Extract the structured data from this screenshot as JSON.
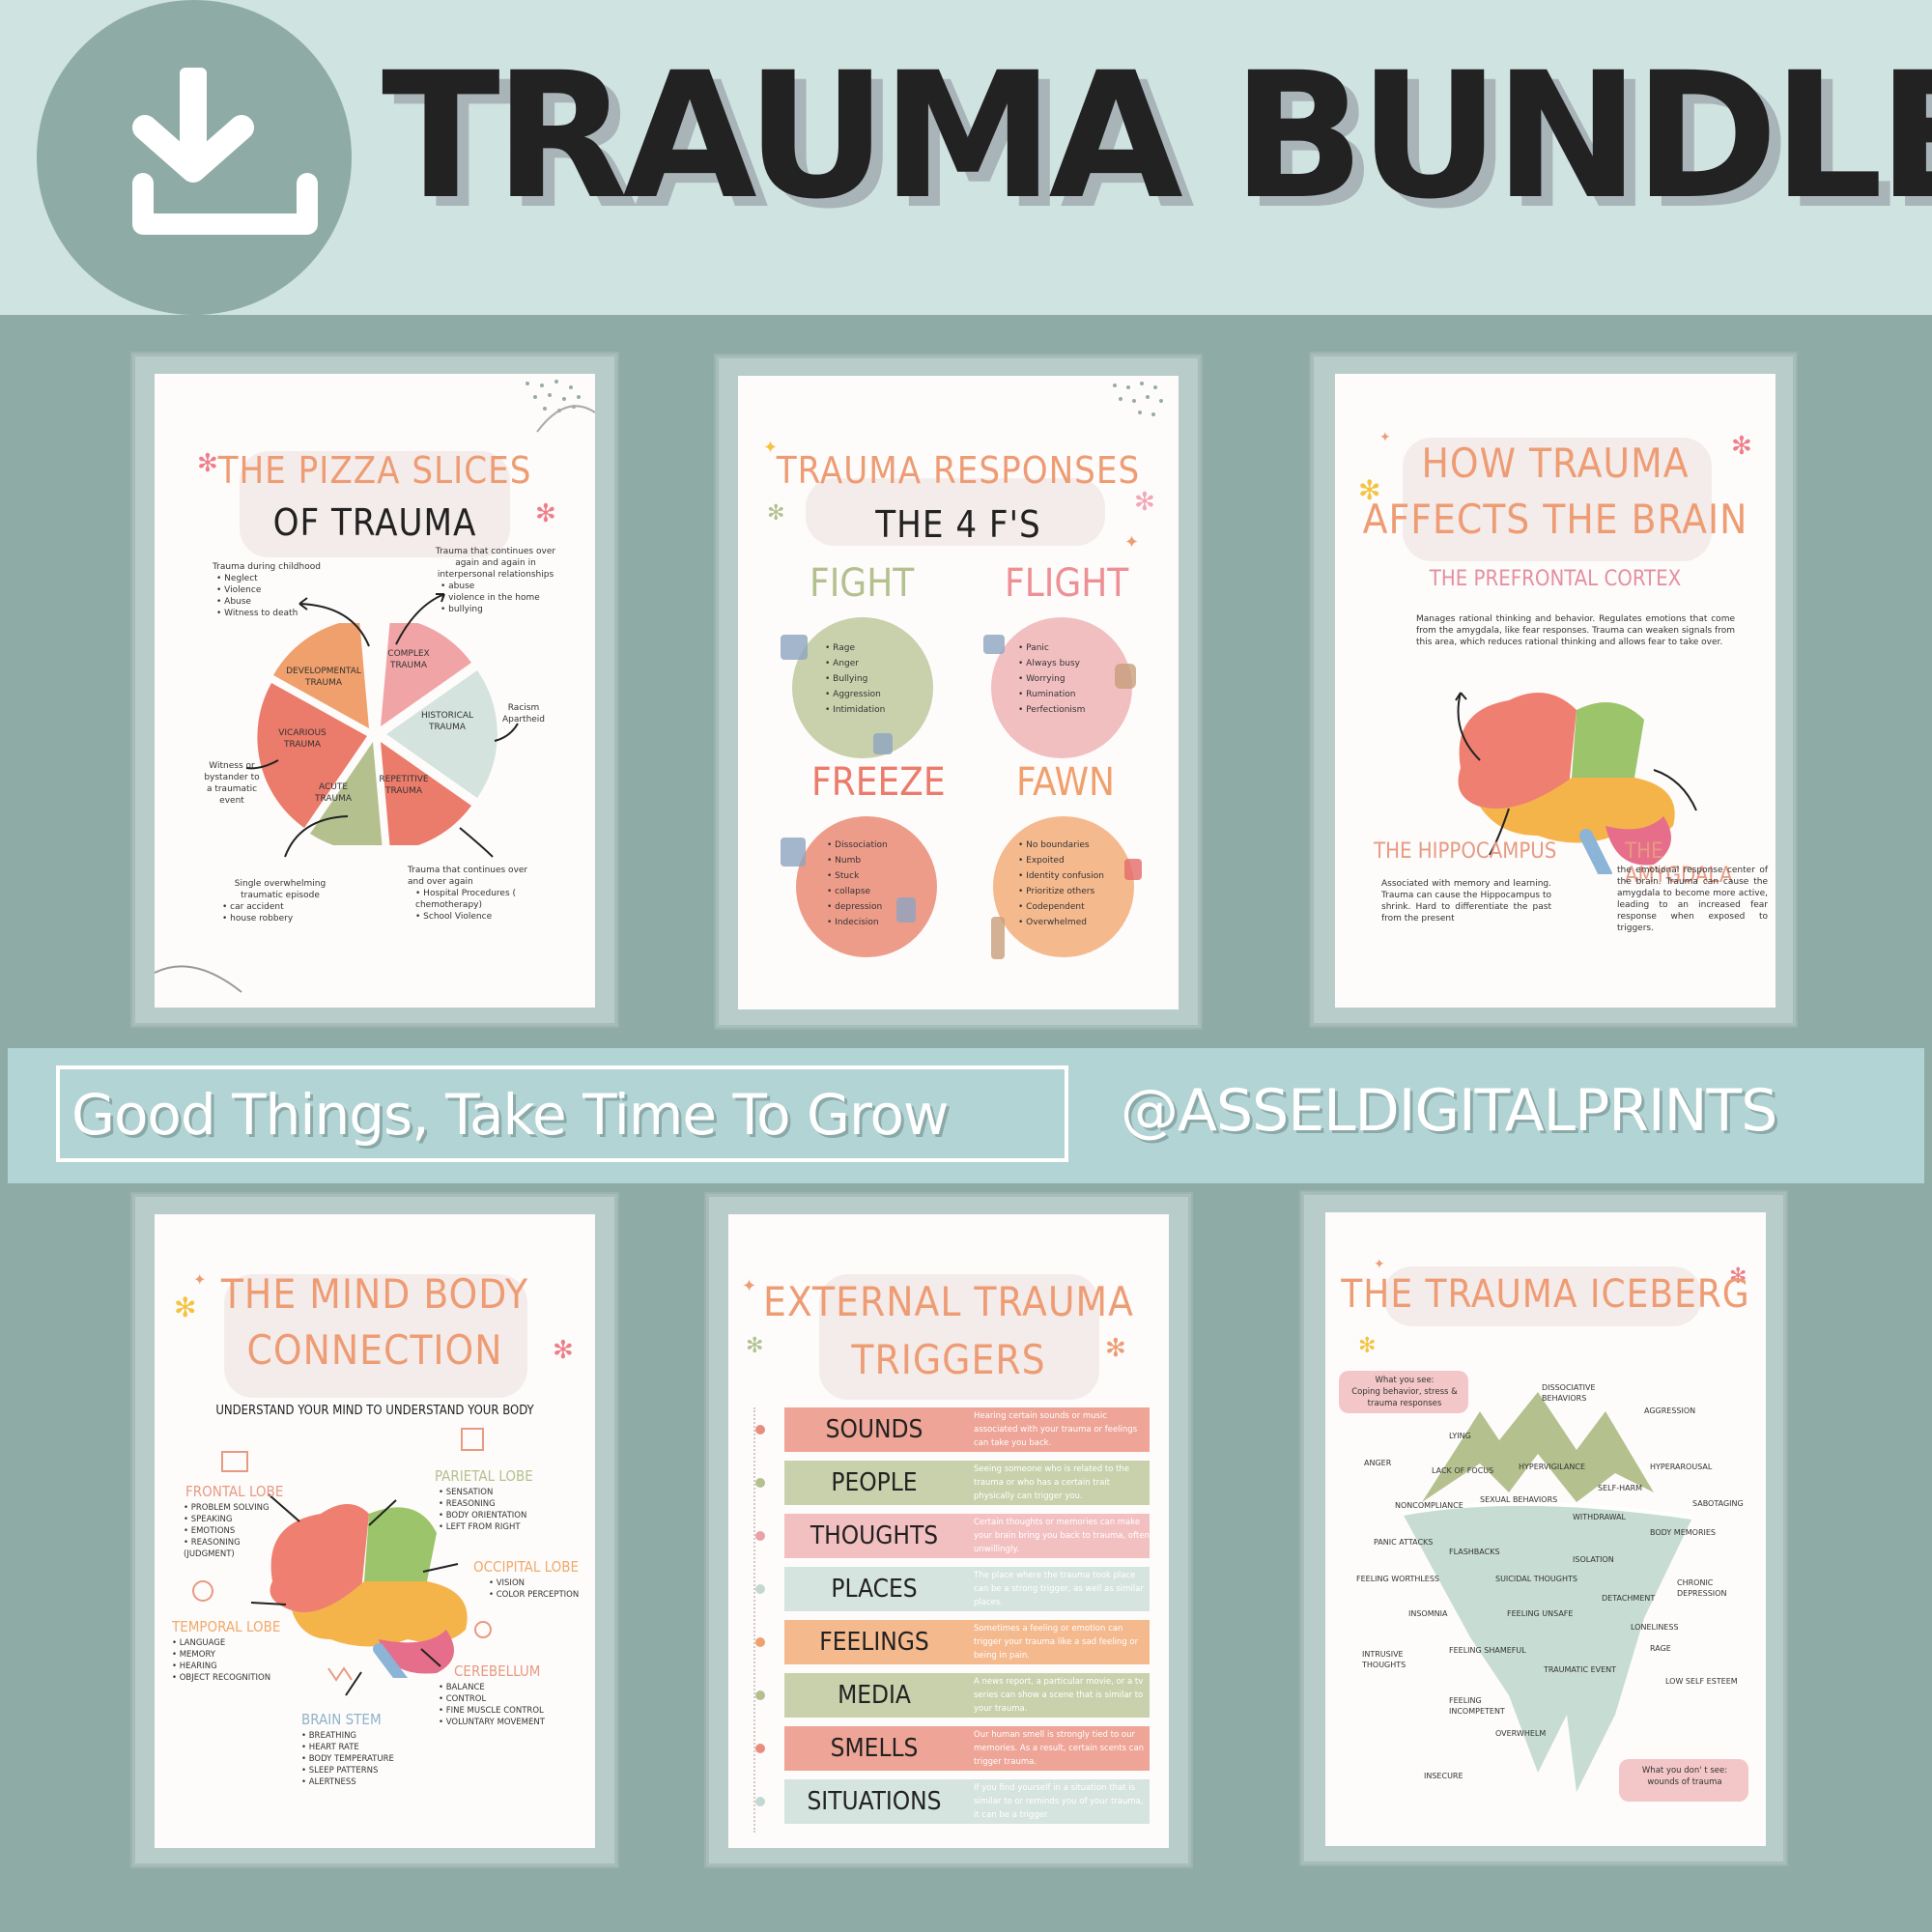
{
  "header": {
    "title": "TRAUMA BUNDLE",
    "download_icon": "download-icon"
  },
  "banner": {
    "tagline": "Good Things, Take Time To Grow",
    "handle": "@ASSELDIGITALPRINTS"
  },
  "colors": {
    "page_bg": "#8eaba6",
    "header_bg": "#cfe3e1",
    "banner_bg": "#b2d4d4",
    "accent_orange": "#ee9c74",
    "accent_pink": "#ee7f8a",
    "sage": "#c8d1ab"
  },
  "poster_pizza": {
    "title_line1": "THE PIZZA SLICES",
    "title_line2": "OF TRAUMA",
    "slices": [
      "DEVELOPMENTAL TRAUMA",
      "COMPLEX TRAUMA",
      "HISTORICAL TRAUMA",
      "REPETITIVE TRAUMA",
      "ACUTE TRAUMA",
      "VICARIOUS TRAUMA"
    ],
    "dev_note_title": "Trauma during childhood",
    "dev_note_items": [
      "Neglect",
      "Violence",
      "Abuse",
      "Witness to death"
    ],
    "complex_note_title": "Trauma that continues over again and again in interpersonal relationships",
    "complex_note_items": [
      "abuse",
      "violence in the home",
      "bullying"
    ],
    "historical_note": "Racism Apartheid",
    "vicarious_note": "Witness or bystander to a traumatic event",
    "acute_note_title": "Single overwhelming traumatic episode",
    "acute_note_items": [
      "car accident",
      "house robbery"
    ],
    "repetitive_note_title": "Trauma that continues over and over again",
    "repetitive_note_items": [
      "Hospital Procedures ( chemotherapy)",
      "School Violence"
    ]
  },
  "poster_responses": {
    "title_line1": "TRAUMA RESPONSES",
    "title_line2": "THE 4 F'S",
    "fight": {
      "label": "FIGHT",
      "items": [
        "Rage",
        "Anger",
        "Bullying",
        "Aggression",
        "Intimidation"
      ]
    },
    "flight": {
      "label": "FLIGHT",
      "items": [
        "Panic",
        "Always busy",
        "Worrying",
        "Rumination",
        "Perfectionism"
      ]
    },
    "freeze": {
      "label": "FREEZE",
      "items": [
        "Dissociation",
        "Numb",
        "Stuck",
        "collapse",
        "depression",
        "Indecision"
      ]
    },
    "fawn": {
      "label": "FAWN",
      "items": [
        "No boundaries",
        "Expoited",
        "Identity confusion",
        "Prioritize others",
        "Codependent",
        "Overwhelmed"
      ]
    }
  },
  "poster_brain": {
    "title_line1": "HOW TRAUMA",
    "title_line2": "AFFECTS THE BRAIN",
    "pfc_title": "THE PREFRONTAL CORTEX",
    "pfc_text": "Manages rational thinking and behavior. Regulates emotions that come from the amygdala, like fear responses. Trauma can weaken signals from this area, which reduces rational thinking and allows fear to take over.",
    "hippo_title": "THE HIPPOCAMPUS",
    "hippo_text": "Associated with memory and learning. Trauma can cause the Hippocampus to shrink. Hard to differentiate the past from the present",
    "amyg_title": "THE AMYGDALA",
    "amyg_text": "the emotional response center of the brain. Trauma can cause the amygdala to become more active, leading to an increased fear response when exposed to triggers."
  },
  "poster_mindbody": {
    "title_line1": "THE MIND BODY",
    "title_line2": "CONNECTION",
    "subtitle": "UNDERSTAND YOUR MIND TO UNDERSTAND YOUR BODY",
    "frontal": {
      "title": "FRONTAL LOBE",
      "items": [
        "PROBLEM SOLVING",
        "SPEAKING",
        "EMOTIONS",
        "REASONING (JUDGMENT)"
      ]
    },
    "parietal": {
      "title": "PARIETAL LOBE",
      "items": [
        "SENSATION",
        "REASONING",
        "BODY ORIENTATION",
        "LEFT FROM RIGHT"
      ]
    },
    "occipital": {
      "title": "OCCIPITAL LOBE",
      "items": [
        "VISION",
        "COLOR PERCEPTION"
      ]
    },
    "temporal": {
      "title": "TEMPORAL LOBE",
      "items": [
        "LANGUAGE",
        "MEMORY",
        "HEARING",
        "OBJECT RECOGNITION"
      ]
    },
    "cerebellum": {
      "title": "CEREBELLUM",
      "items": [
        "BALANCE",
        "CONTROL",
        "FINE MUSCLE CONTROL",
        "VOLUNTARY MOVEMENT"
      ]
    },
    "brainstem": {
      "title": "BRAIN STEM",
      "items": [
        "BREATHING",
        "HEART RATE",
        "BODY TEMPERATURE",
        "SLEEP PATTERNS",
        "ALERTNESS"
      ]
    }
  },
  "poster_triggers": {
    "title_line1": "EXTERNAL TRAUMA",
    "title_line2": "TRIGGERS",
    "rows": [
      {
        "label": "SOUNDS",
        "desc": "Hearing certain sounds or music associated with your trauma or feelings can take you back.",
        "color": "#eea496",
        "dot": "#e98e7e"
      },
      {
        "label": "PEOPLE",
        "desc": "Seeing someone who is related to the trauma or who has a certain trait physically can trigger you.",
        "color": "#c8d1ab",
        "dot": "#b5c08f"
      },
      {
        "label": "THOUGHTS",
        "desc": "Certain thoughts or memories can make your brain bring you back to trauma, often unwillingly.",
        "color": "#f3c0c2",
        "dot": "#eba1a7"
      },
      {
        "label": "PLACES",
        "desc": "The place where the trauma took place can be a strong trigger, as well as similar places.",
        "color": "#d5e4df",
        "dot": "#c3d8d2"
      },
      {
        "label": "FEELINGS",
        "desc": "Sometimes a feeling or emotion can trigger your trauma like a sad feeling or being in pain.",
        "color": "#f5b98e",
        "dot": "#f0a06c"
      },
      {
        "label": "MEDIA",
        "desc": "A news report, a particular movie, or a tv series can show a scene that is similar to your trauma.",
        "color": "#c8d1ab",
        "dot": "#b5c08f"
      },
      {
        "label": "SMELLS",
        "desc": "Our human smell is strongly tied to our memories. As a result, certain scents can trigger trauma.",
        "color": "#eea496",
        "dot": "#e98e7e"
      },
      {
        "label": "SITUATIONS",
        "desc": "If you find yourself in a situation that is similar to or reminds you of your trauma, it can be a trigger.",
        "color": "#d5e4df",
        "dot": "#c3d8d2"
      }
    ]
  },
  "poster_iceberg": {
    "title": "THE TRAUMA ICEBERG",
    "see_label": "What you see:",
    "see_text": "Coping behavior, stress & trauma responses",
    "dont_see_label": "What you don' t see:",
    "dont_see_text": "wounds of trauma",
    "words": [
      "DISSOCIATIVE BEHAVIORS",
      "AGGRESSION",
      "LYING",
      "ANGER",
      "LACK OF FOCUS",
      "HYPERVIGILANCE",
      "HYPERAROUSAL",
      "SELF-HARM",
      "NONCOMPLIANCE",
      "SEXUAL BEHAVIORS",
      "SABOTAGING",
      "WITHDRAWAL",
      "PANIC ATTACKS",
      "BODY MEMORIES",
      "FLASHBACKS",
      "ISOLATION",
      "FEELING WORTHLESS",
      "SUICIDAL THOUGHTS",
      "CHRONIC DEPRESSION",
      "DETACHMENT",
      "INSOMNIA",
      "FEELING UNSAFE",
      "LONELINESS",
      "RAGE",
      "INTRUSIVE THOUGHTS",
      "FEELING SHAMEFUL",
      "TRAUMATIC EVENT",
      "LOW SELF ESTEEM",
      "FEELING INCOMPETENT",
      "OVERWHELM",
      "INSECURE"
    ]
  }
}
